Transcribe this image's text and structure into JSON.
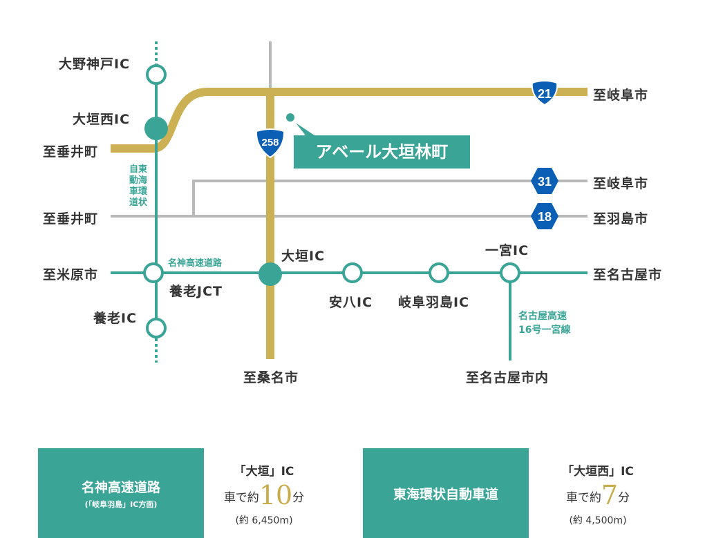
{
  "colors": {
    "teal": "#3aa596",
    "gold": "#ccb154",
    "gray": "#b8b8b8",
    "route_blue": "#0b5fb4"
  },
  "map": {
    "destination": "アベール大垣林町",
    "ics": {
      "ono_kanbe": "大野神戸IC",
      "ogaki_nishi": "大垣西IC",
      "yoro_jct": "養老JCT",
      "yoro": "養老IC",
      "ogaki": "大垣IC",
      "anpachi": "安八IC",
      "gifu_hashima": "岐阜羽島IC",
      "ichinomiya": "一宮IC"
    },
    "directions": {
      "tarui1": "至垂井町",
      "tarui2": "至垂井町",
      "maibara": "至米原市",
      "gifu1": "至岐阜市",
      "gifu2": "至岐阜市",
      "hashima": "至羽島市",
      "nagoya": "至名古屋市",
      "kuwana": "至桑名市",
      "nagoya_inner": "至名古屋市内"
    },
    "roads": {
      "meishin": "名神高速道路",
      "tokai_kanjo": [
        "自東",
        "動海",
        "車環",
        "道状"
      ],
      "nagoya_16_1": "名古屋高速",
      "nagoya_16_2": "16号一宮線"
    },
    "route_shields": {
      "r21": "21",
      "r258": "258",
      "r31": "31",
      "r18": "18"
    }
  },
  "access": [
    {
      "road": "名神高速道路",
      "note": "(「岐阜羽島」IC方面)",
      "ic": "「大垣」IC",
      "prefix": "車で約",
      "minutes": "10",
      "unit": "分",
      "distance": "(約 6,450m)"
    },
    {
      "road": "東海環状自動車道",
      "ic": "「大垣西」IC",
      "prefix": "車で約",
      "minutes": "7",
      "unit": "分",
      "distance": "(約 4,500m)"
    }
  ]
}
